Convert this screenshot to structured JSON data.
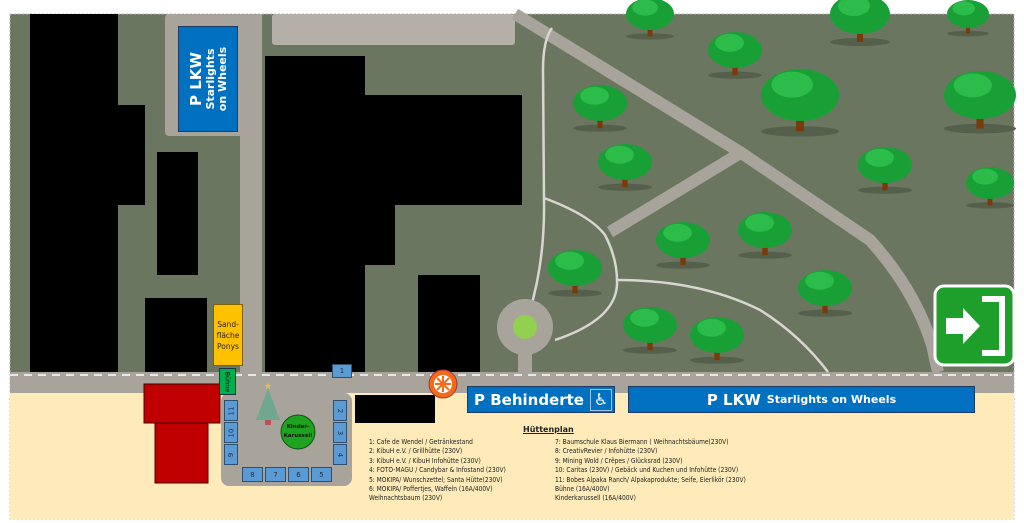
{
  "signs": {
    "lkw_top": {
      "title": "P LKW",
      "subtitle": "Starlights on Wheels"
    },
    "behinderte": {
      "title": "P Behinderte",
      "icon": "wheelchair-icon"
    },
    "lkw_bottom": {
      "title": "P LKW",
      "subtitle": "Starlights on Wheels"
    }
  },
  "areas": {
    "sandflaeche": [
      "Sand-",
      "fläche",
      "Ponys"
    ],
    "buehne": "Bühne",
    "karussell": [
      "Kinder-",
      "Karussell"
    ]
  },
  "booths": [
    "1",
    "2",
    "3",
    "4",
    "5",
    "6",
    "7",
    "8",
    "9",
    "10",
    "11"
  ],
  "legend": {
    "title": "Hüttenplan",
    "left": [
      "1: Cafe de Wendel / Getränkestand",
      "2: KibuH e.V. / Grillhütte (230V)",
      "3: KibuH e.V. / KibuH Infohütte (230V)",
      "4: FOTO-MAGU / Candybar & Infostand (230V)",
      "5: MOKIPA/ Wunschzettel; Santa Hütte(230V)",
      "6: MOKIPA/ Poffertjes, Waffeln (16A/400V)",
      "Weihnachtsbaum (230V)"
    ],
    "right": [
      "7: Baumschule Klaus Biermann ( Weihnachtsbäume(230V)",
      "8: CreativRevier / Infohütte (230V)",
      "9: Mining Wold / Crêpes / Glücksrad (230V)",
      "10: Caritas (230V) / Gebäck und Kuchen und Infohütte (230V)",
      "11: Bobes Alpaka Ranch/ Alpakaprodukte; Seife, Eierlikör (230V)",
      "Bühne (16A/400V)",
      "Kinderkarussell (16A/400V)"
    ]
  },
  "colors": {
    "grass": "#6b7660",
    "road": "#a8a49c",
    "building": "#000000",
    "sand_ground": "#feebb9",
    "sign_blue": "#0070c0",
    "booth_blue": "#5b9bd5",
    "red_building": "#c00000",
    "exit_green": "#1e9e2a",
    "tree_green": "#1aa33a",
    "ponys_yellow": "#ffc000"
  },
  "icons": {
    "exit": "exit-door-icon",
    "tree": "tree-icon",
    "christmas_tree": "christmas-tree-icon",
    "logo": "organizer-logo"
  }
}
